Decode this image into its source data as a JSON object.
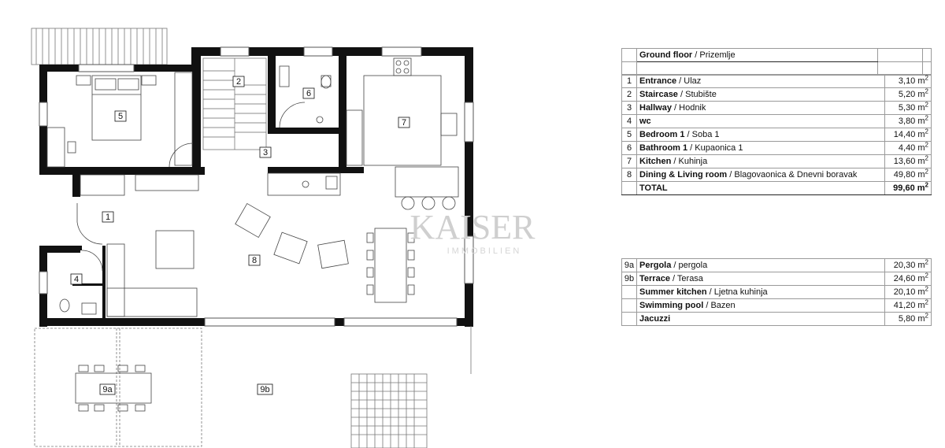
{
  "rooms": {
    "r1": "1",
    "r2": "2",
    "r3": "3",
    "r4": "4",
    "r5": "5",
    "r6": "6",
    "r7": "7",
    "r8": "8",
    "r9a": "9a",
    "r9b": "9b"
  },
  "watermark": {
    "brand": "KAISER",
    "sub": "IMMOBILIEN"
  },
  "ground_table": {
    "title_bold": "Ground floor",
    "title_rest": " / Prizemlje",
    "unit": "m",
    "unit_sup": "2",
    "rows": [
      {
        "num": "1",
        "bold": "Entrance",
        "rest": " / Ulaz",
        "value": "3,10"
      },
      {
        "num": "2",
        "bold": "Staircase",
        "rest": " / Stubište",
        "value": "5,20"
      },
      {
        "num": "3",
        "bold": "Hallway",
        "rest": " / Hodnik",
        "value": "5,30"
      },
      {
        "num": "4",
        "bold": "wc",
        "rest": "",
        "value": "3,80"
      },
      {
        "num": "5",
        "bold": "Bedroom 1",
        "rest": " / Soba 1",
        "value": "14,40"
      },
      {
        "num": "6",
        "bold": "Bathroom 1",
        "rest": " / Kupaonica 1",
        "value": "4,40"
      },
      {
        "num": "7",
        "bold": "Kitchen",
        "rest": " / Kuhinja",
        "value": "13,60"
      },
      {
        "num": "8",
        "bold": "Dining & Living room",
        "rest": " / Blagovaonica & Dnevni boravak",
        "value": "49,80"
      }
    ],
    "total_label": "TOTAL",
    "total_value": "99,60"
  },
  "outdoor_table": {
    "rows": [
      {
        "num": "9a",
        "bold": "Pergola",
        "rest": " / pergola",
        "value": "20,30"
      },
      {
        "num": "9b",
        "bold": "Terrace",
        "rest": " / Terasa",
        "value": "24,60"
      },
      {
        "num": "",
        "bold": "Summer kitchen",
        "rest": " / Ljetna kuhinja",
        "value": "20,10"
      },
      {
        "num": "",
        "bold": "Swimming pool",
        "rest": " / Bazen",
        "value": "41,20"
      },
      {
        "num": "",
        "bold": "Jacuzzi",
        "rest": "",
        "value": "5,80"
      }
    ]
  }
}
